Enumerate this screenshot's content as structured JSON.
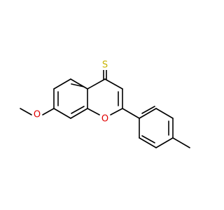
{
  "diagram": {
    "type": "structural-formula",
    "atoms": {
      "sulfur": {
        "label": "S",
        "color": "#c8b400"
      },
      "ring_oxygen": {
        "label": "O",
        "color": "#e00000"
      },
      "methoxy_oxygen": {
        "label": "O",
        "color": "#e00000"
      }
    },
    "bond_color": "#000000"
  }
}
